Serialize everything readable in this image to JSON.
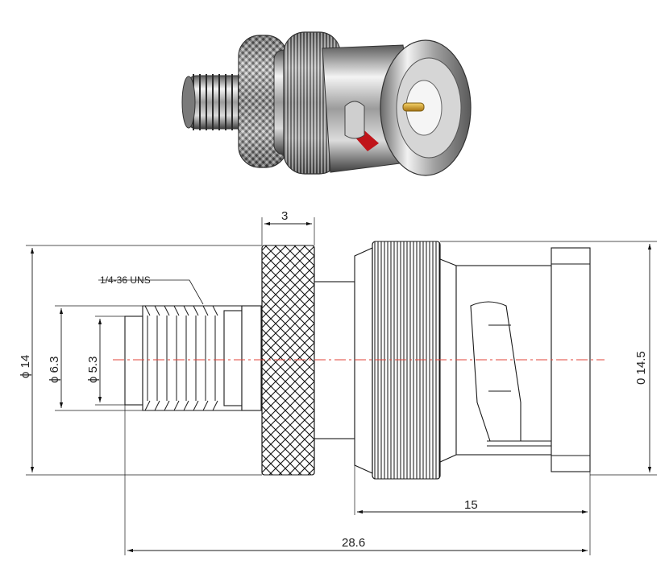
{
  "drawing": {
    "thread_spec": "1/4-36 UNS",
    "dimensions": {
      "knurl_width": "3",
      "dia_overall": "ϕ 14",
      "dia_thread_outer": "ϕ 6.3",
      "dia_thread_inner": "ϕ 5.3",
      "dia_bnc": "0 14.5",
      "length_bnc": "15",
      "length_total": "28.6"
    }
  },
  "colors": {
    "line": "#1a1a1a",
    "centerline": "#e0443a",
    "metal_dark": "#4a4a4a",
    "metal_mid": "#9a9a9a",
    "metal_light": "#e8e8e8",
    "gold": "#d9a520",
    "red_accent": "#c0141a"
  }
}
